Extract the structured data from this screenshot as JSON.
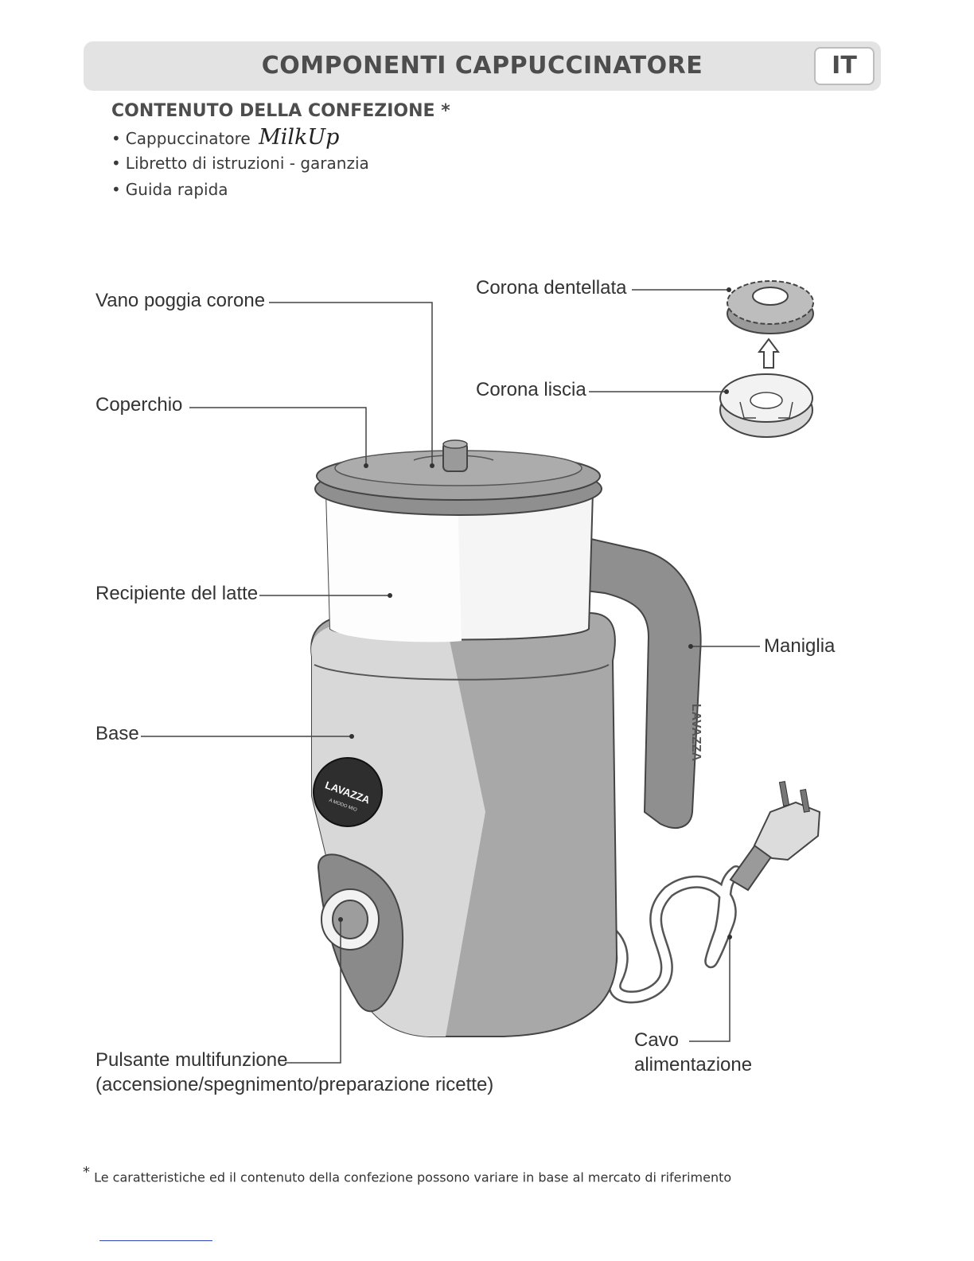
{
  "header": {
    "title": "COMPONENTI CAPPUCCINATORE",
    "lang": "IT"
  },
  "package_contents": {
    "title": "CONTENUTO DELLA CONFEZIONE *",
    "items": [
      "Cappuccinatore",
      "Libretto di istruzioni - garanzia",
      "Guida rapida"
    ],
    "brand_logo_text": "MilkUp"
  },
  "labels": {
    "vano": "Vano poggia corone",
    "corona_dentellata": "Corona dentellata",
    "corona_liscia": "Corona liscia",
    "coperchio": "Coperchio",
    "recipiente": "Recipiente del latte",
    "maniglia": "Maniglia",
    "base": "Base",
    "pulsante_line1": "Pulsante multifunzione",
    "pulsante_line2": "(accensione/spegnimento/preparazione ricette)",
    "cavo_line1": "Cavo",
    "cavo_line2": "alimentazione"
  },
  "product_marks": {
    "brand": "LAVAZZA",
    "tagline": "A MODO MIO"
  },
  "footnote": {
    "marker": "*",
    "text": "Le caratteristiche ed il contenuto della confezione possono variare in base al mercato di riferimento"
  },
  "colors": {
    "header_bg": "#e3e3e3",
    "body_grey": "#a8a8a8",
    "dark_grey": "#858585",
    "line": "#444444"
  }
}
